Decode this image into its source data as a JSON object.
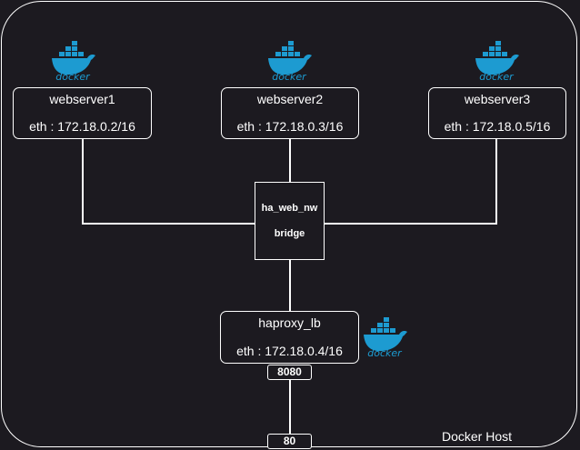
{
  "host": {
    "label": "Docker Host"
  },
  "bridge": {
    "name": "ha_web_nw",
    "type": "bridge"
  },
  "servers": [
    {
      "name": "webserver1",
      "eth": "eth : 172.18.0.2/16"
    },
    {
      "name": "webserver2",
      "eth": "eth : 172.18.0.3/16"
    },
    {
      "name": "webserver3",
      "eth": "eth : 172.18.0.5/16"
    }
  ],
  "lb": {
    "name": "haproxy_lb",
    "eth": "eth : 172.18.0.4/16"
  },
  "ports": {
    "container": "8080",
    "host": "80"
  },
  "logo": {
    "text": "docker",
    "icon": "docker-whale-icon",
    "color": "#1d9bd1"
  },
  "colors": {
    "background": "#1c1a20",
    "line": "#ffffff"
  }
}
